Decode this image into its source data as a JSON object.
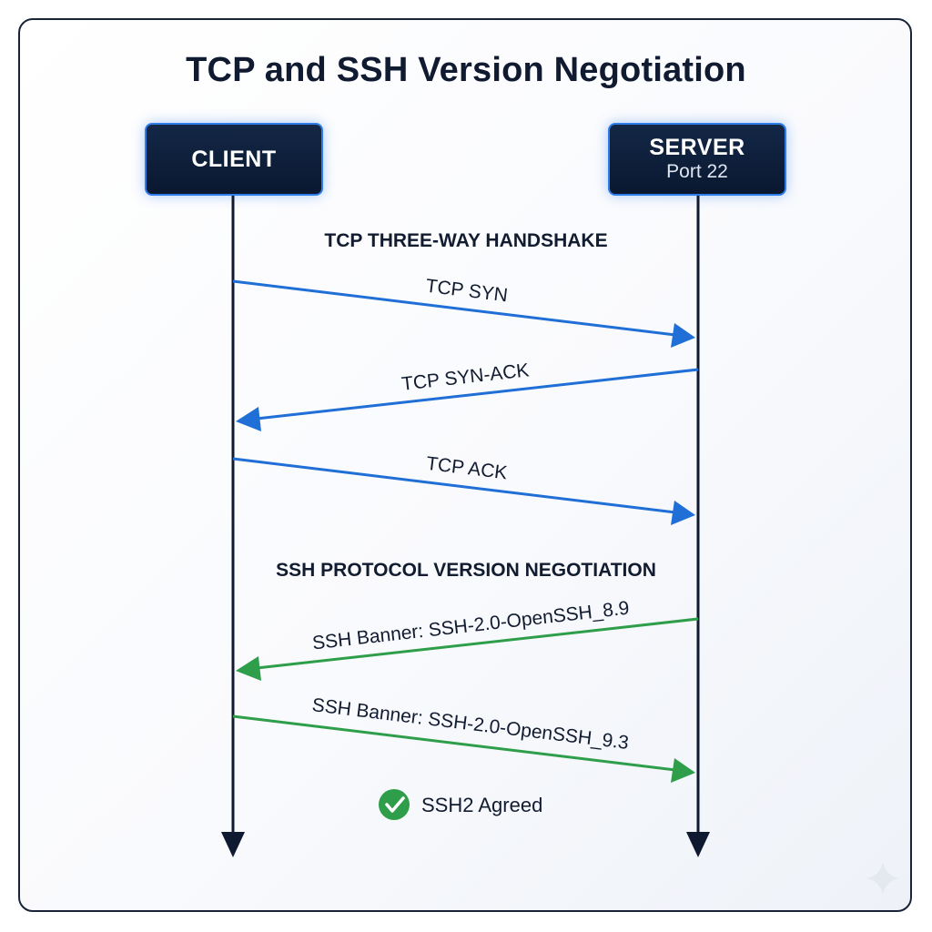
{
  "title": "TCP and SSH Version Negotiation",
  "client": {
    "label": "CLIENT"
  },
  "server": {
    "label": "SERVER",
    "port": "Port 22"
  },
  "sections": {
    "tcp": "TCP THREE-WAY HANDSHAKE",
    "ssh": "SSH PROTOCOL VERSION NEGOTIATION"
  },
  "messages": [
    {
      "label": "TCP SYN",
      "direction": "client-to-server",
      "color": "#1f6fd6"
    },
    {
      "label": "TCP SYN-ACK",
      "direction": "server-to-client",
      "color": "#1f6fd6"
    },
    {
      "label": "TCP ACK",
      "direction": "client-to-server",
      "color": "#1f6fd6"
    },
    {
      "label": "SSH Banner: SSH-2.0-OpenSSH_8.9",
      "direction": "server-to-client",
      "color": "#2e9e4a"
    },
    {
      "label": "SSH Banner: SSH-2.0-OpenSSH_9.3",
      "direction": "client-to-server",
      "color": "#2e9e4a"
    }
  ],
  "result": {
    "label": "SSH2 Agreed",
    "icon": "check-circle-icon",
    "color": "#2e9e4a"
  },
  "colors": {
    "lifeline": "#0f1a30",
    "tcp_arrow": "#1f6fd6",
    "ssh_arrow": "#2e9e4a",
    "actor_fill": "#0f2140",
    "actor_border": "#2f7de8"
  }
}
